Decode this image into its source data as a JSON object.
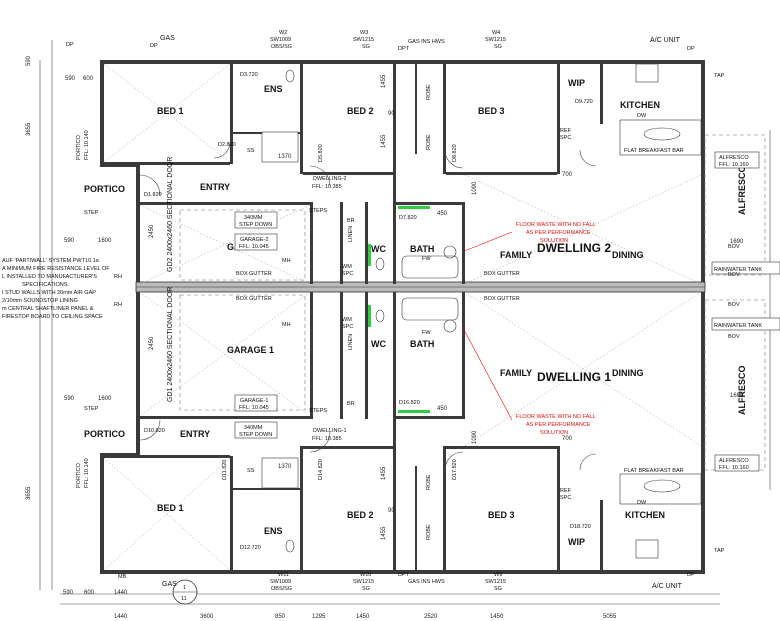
{
  "rooms": {
    "bed1_top": "BED 1",
    "ens_top": "ENS",
    "bed2_top": "BED 2",
    "bed3_top": "BED 3",
    "wip_top": "WIP",
    "kitchen_top": "KITCHEN",
    "portico_top": "PORTICO",
    "entry_top": "ENTRY",
    "alfresco_top": "ALFRESCO",
    "garage2": "GARAGE 2",
    "bath_top": "BATH",
    "wc_top": "WC",
    "family_top": "FAMILY",
    "dining_top": "DINING",
    "dwelling2": "DWELLING 2",
    "garage1": "GARAGE 1",
    "wc_bot": "WC",
    "bath_bot": "BATH",
    "family_bot": "FAMILY",
    "dining_bot": "DINING",
    "dwelling1": "DWELLING 1",
    "portico_bot": "PORTICO",
    "entry_bot": "ENTRY",
    "alfresco_bot": "ALFRESCO",
    "bed1_bot": "BED 1",
    "ens_bot": "ENS",
    "bed2_bot": "BED 2",
    "bed3_bot": "BED 3",
    "kitchen_bot": "KITCHEN",
    "wip_bot": "WIP"
  },
  "top_labels": {
    "gas": "GAS",
    "dp": "DP",
    "w2a": "W2",
    "w2b": "SW1009",
    "w2c": "OBS/SG",
    "w3a": "W3",
    "w3b": "SW1215",
    "w3c": "SG",
    "gas_ins_hws": "GAS INS HWS",
    "dpt": "DPT",
    "w4a": "W4",
    "w4b": "SW1215",
    "w4c": "SG",
    "ac_unit": "A/C UNIT",
    "dp2": "DP",
    "tap": "TAP"
  },
  "bottom_labels": {
    "gas": "GAS",
    "w11a": "W11",
    "w11b": "SW1009",
    "w11c": "OBS/SG",
    "w10a": "W10",
    "w10b": "SW1215",
    "w10c": "SG",
    "gas_ins_hws": "GAS INS HWS",
    "dpt": "DPT",
    "w9a": "W9",
    "w9b": "SW1215",
    "w9c": "SG",
    "ac_unit": "A/C UNIT",
    "dp": "DP",
    "tap": "TAP",
    "mb": "MB",
    "section_top": "1",
    "section_bot": "11"
  },
  "annotations": {
    "ffl_dw2": "DWELLING-2",
    "ffl_dw2_val": "FFL: 10.385",
    "ffl_dw1": "DWELLING-1",
    "ffl_dw1_val": "FFL: 10.385",
    "garage2_ffl_a": "GARAGE-2",
    "garage2_ffl_b": "FFL: 10.045",
    "garage1_ffl_a": "GARAGE-1",
    "garage1_ffl_b": "FFL: 10.045",
    "stepdown_a": "340MM",
    "stepdown_b": "STEP DOWN",
    "alfresco2_a": "ALFRESCO",
    "alfresco2_b": "FFL: 10.160",
    "alfresco1_a": "ALFRESCO",
    "alfresco1_b": "FFL: 10.160",
    "portico2_a": "PORTICO",
    "portico2_b": "FFL: 10.140",
    "portico1_a": "PORTICO",
    "portico1_b": "FFL: 10.140",
    "box_gutter": "BOX GUTTER",
    "rainwater_tank": "RAINWATER TANK",
    "flat_breakfast_bar": "FLAT BREAKFAST BAR",
    "dw": "DW",
    "ref": "REF",
    "spc": "SPC",
    "mh": "MH",
    "wm": "WM",
    "robe": "ROBE",
    "linen": "LINEN",
    "br": "BR",
    "steps": "STEPS",
    "step": "STEP",
    "bov": "BOV",
    "rh": "RH",
    "fw": "FW",
    "ss": "SS",
    "sectional_door_2": "GD2 2400x2460 SECTIONAL DOOR",
    "sectional_door_1": "GD1 2400x2460 SECTIONAL DOOR",
    "floor_waste_a": "FLOOR WASTE WITH NO FALL",
    "floor_waste_b": "AS PER PERFORMANCE",
    "floor_waste_c": "SOLUTION",
    "d7": "D7.820",
    "d16": "D16.820",
    "d1": "D1.820",
    "d10": "D10.820",
    "d3": "D3.720",
    "d12": "D12.720",
    "d9": "D9.720",
    "d18": "D18.720",
    "d2": "D2.820",
    "d5": "D5.820",
    "d8": "D8.820",
    "d11": "D11.820",
    "d14": "D14.820",
    "d17": "D17.820"
  },
  "firewall_note": [
    "AUF 'PARTIWALL' SYSTEM PWT10.1a",
    "A MINIMUM FIRE RESISTANCE LEVEL OF",
    "L INSTALLED TO MANUFACTURER'S",
    "SPECIFICATIONS.",
    "I STUD WALLS WITH 20mm AIR GAP",
    "2/10mm SOUNDSTOP LINING",
    "m CENTRAL SHAFTLINER PANEL &",
    "FIRESTOP BOARD TO CEILING SPACE"
  ],
  "dimensions": {
    "d590": "590",
    "d600": "600",
    "d3655": "3655",
    "d1600": "1600",
    "d2450": "2450",
    "d1440": "1440",
    "d3600": "3600",
    "d850": "850",
    "d1295": "1295",
    "d1450": "1450",
    "d2520": "2520",
    "d5055": "5055",
    "d700": "700",
    "d1690": "1690",
    "d90": "90",
    "d1455": "1455",
    "d1090": "1090",
    "d450": "450",
    "d1370": "1370"
  }
}
